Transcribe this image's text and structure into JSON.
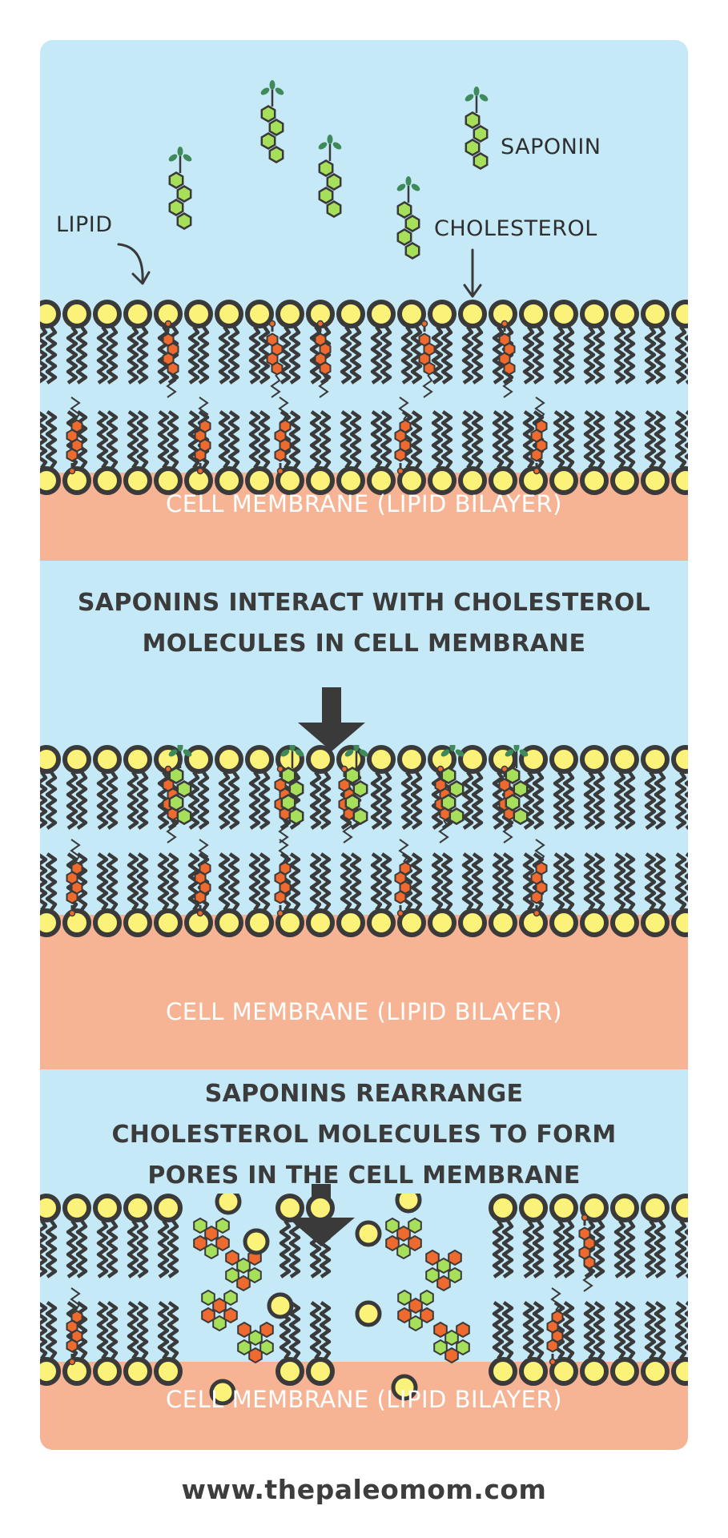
{
  "labels": {
    "saponin": "SAPONIN",
    "lipid": "LIPID",
    "cholesterol": "CHOLESTEROL"
  },
  "panels": [
    {
      "membrane_label": "CELL MEMBRANE (LIPID BILAYER)"
    },
    {
      "membrane_label": "CELL MEMBRANE (LIPID BILAYER)"
    },
    {
      "membrane_label": "CELL MEMBRANE (LIPID BILAYER)"
    }
  ],
  "steps": [
    {
      "lines": [
        "SAPONINS INTERACT WITH CHOLESTEROL",
        "MOLECULES IN CELL MEMBRANE"
      ]
    },
    {
      "lines": [
        "SAPONINS REARRANGE",
        "CHOLESTEROL MOLECULES TO FORM",
        "PORES IN THE CELL MEMBRANE"
      ]
    }
  ],
  "footer": {
    "website": "www.thepaleomom.com"
  },
  "colors": {
    "background": "#c5e9f7",
    "cytoplasm": "#f7b495",
    "lipid_head": "#fbf27a",
    "lipid_outline": "#3a3a3a",
    "cholesterol": "#ef6a2e",
    "saponin": "#a6e05a",
    "saponin_sugar": "#3f8a5a"
  },
  "icons": [
    "lipid-icon",
    "cholesterol-icon",
    "saponin-icon",
    "down-arrow-icon"
  ]
}
